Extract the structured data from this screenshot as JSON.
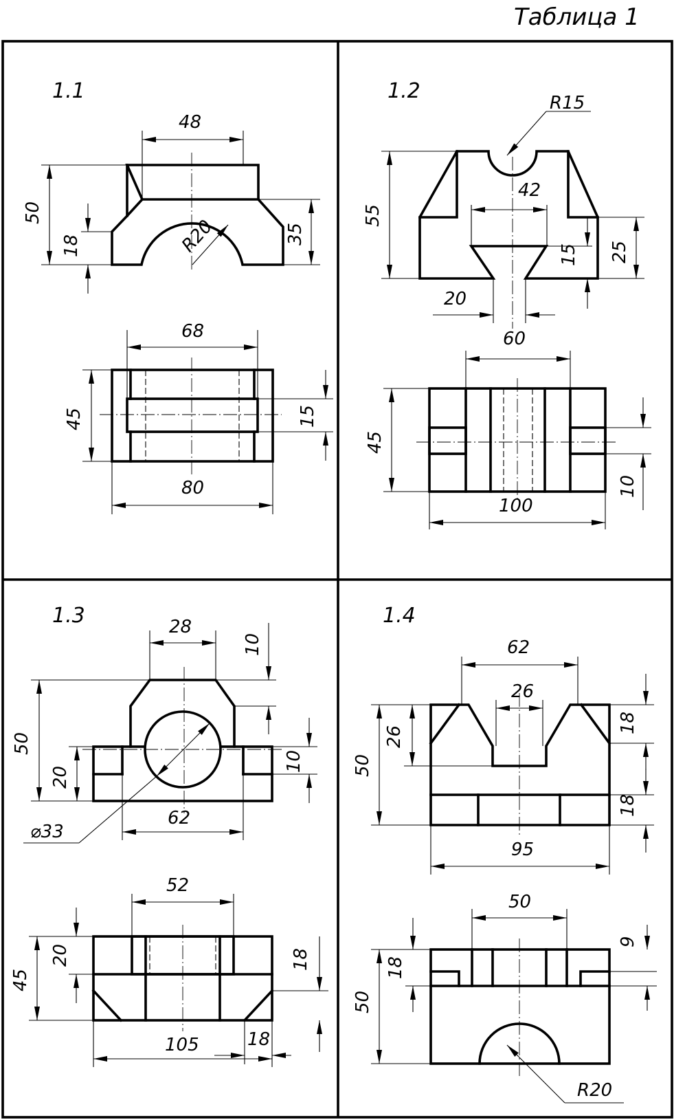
{
  "table_title": "Таблица 1",
  "panels": [
    {
      "id": "1.1",
      "dims": [
        "48",
        "50",
        "18",
        "R20",
        "35",
        "68",
        "45",
        "15",
        "80"
      ]
    },
    {
      "id": "1.2",
      "dims": [
        "R15",
        "42",
        "55",
        "25",
        "15",
        "20",
        "60",
        "45",
        "10",
        "100"
      ]
    },
    {
      "id": "1.3",
      "dims": [
        "28",
        "10",
        "50",
        "20",
        "10",
        "⌀33",
        "62",
        "52",
        "20",
        "45",
        "18",
        "105",
        "18"
      ]
    },
    {
      "id": "1.4",
      "dims": [
        "62",
        "26",
        "26",
        "50",
        "18",
        "18",
        "95",
        "50",
        "9",
        "18",
        "50",
        "R20"
      ]
    }
  ]
}
